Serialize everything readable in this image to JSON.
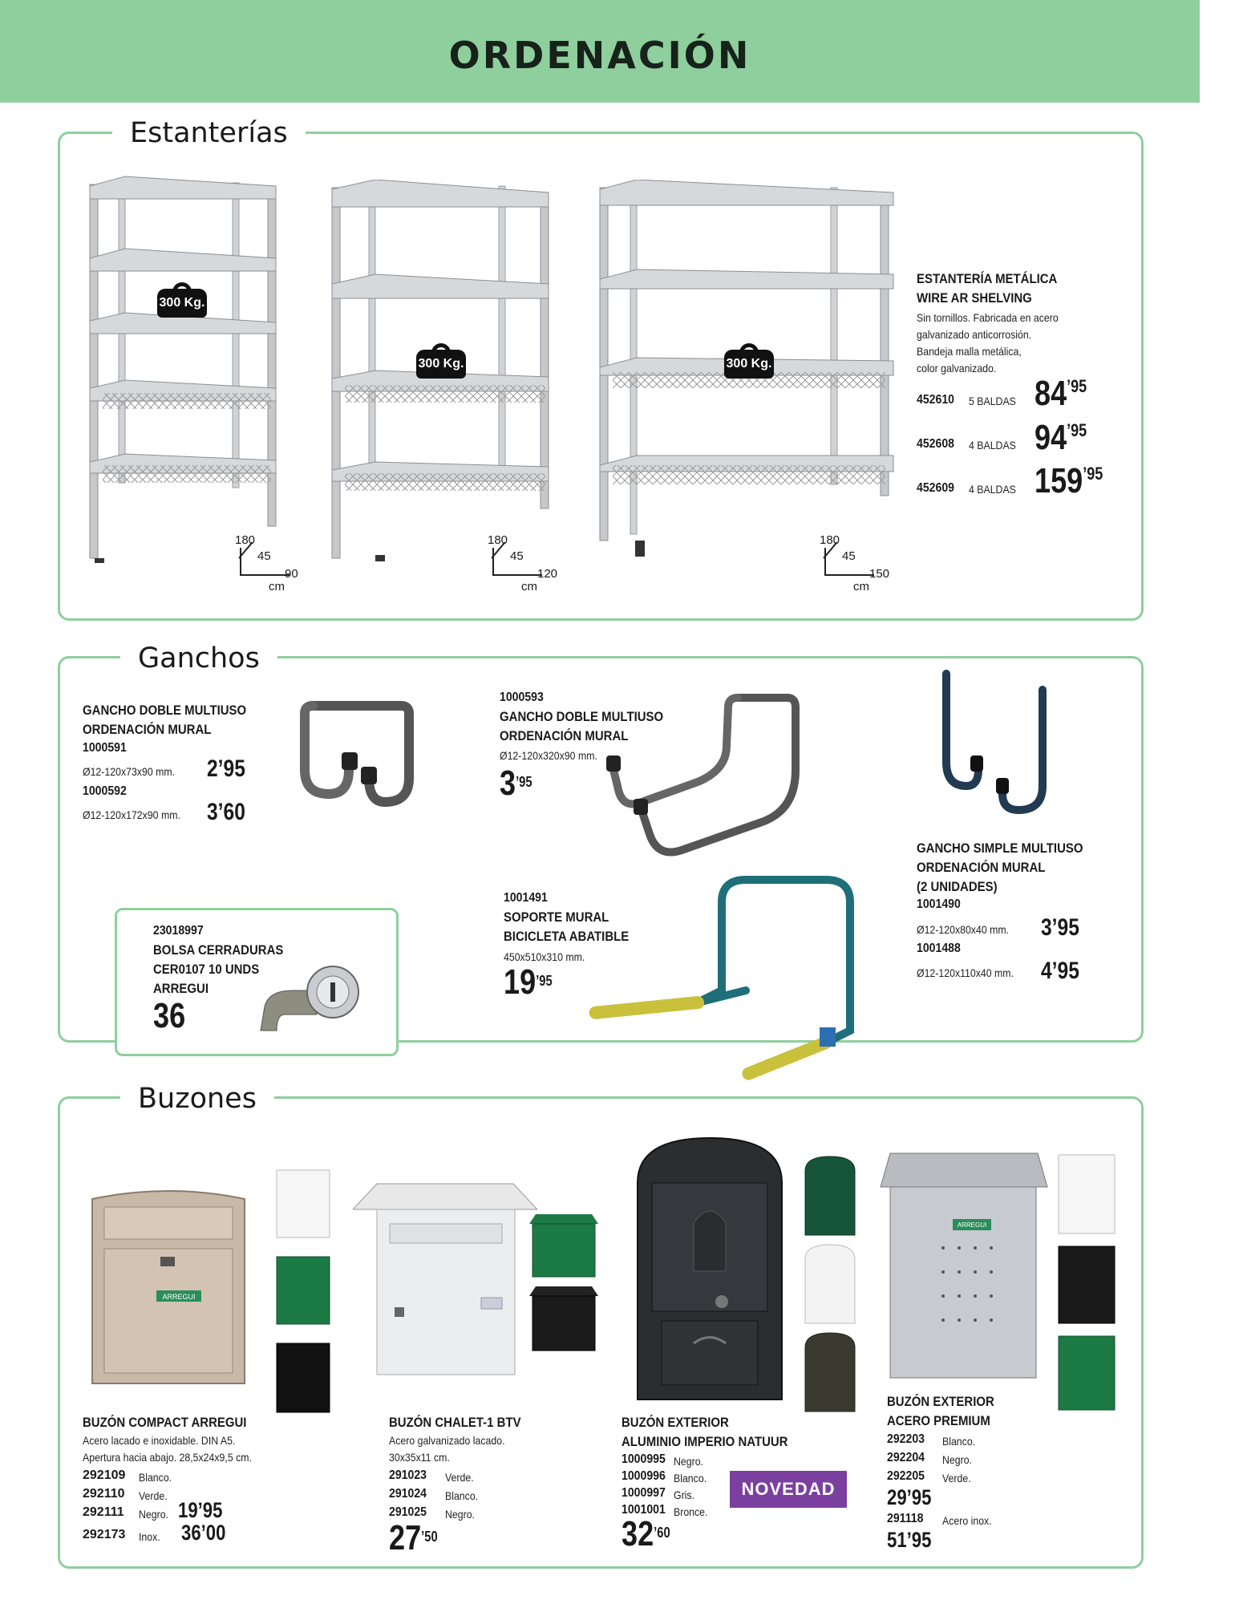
{
  "header": {
    "title": "ORDENACIÓN"
  },
  "sections": {
    "estanterias": "Estanterías",
    "ganchos": "Ganchos",
    "buzones": "Buzones"
  },
  "shelving": {
    "badge": "300 Kg.",
    "dims": [
      {
        "h": "180",
        "d": "45",
        "w": "90",
        "unit": "cm"
      },
      {
        "h": "180",
        "d": "45",
        "w": "120",
        "unit": "cm"
      },
      {
        "h": "180",
        "d": "45",
        "w": "150",
        "unit": "cm"
      }
    ],
    "product": {
      "name1": "ESTANTERÍA METÁLICA",
      "name2": "WIRE AR SHELVING",
      "desc1": "Sin tornillos. Fabricada en acero",
      "desc2": "galvanizado anticorrosión.",
      "desc3": "Bandeja malla metálica,",
      "desc4": "color galvanizado.",
      "variants": [
        {
          "code": "452610",
          "label": "5 BALDAS",
          "int": "84",
          "dec": "’95"
        },
        {
          "code": "452608",
          "label": "4 BALDAS",
          "int": "94",
          "dec": "’95"
        },
        {
          "code": "452609",
          "label": "4 BALDAS",
          "int": "159",
          "dec": "’95"
        }
      ]
    }
  },
  "hooks": {
    "doble1": {
      "name1": "GANCHO DOBLE MULTIUSO",
      "name2": "ORDENACIÓN MURAL",
      "code1": "1000591",
      "size1": "Ø12-120x73x90 mm.",
      "price1": "2’95",
      "code2": "1000592",
      "size2": "Ø12-120x172x90 mm.",
      "price2": "3’60"
    },
    "doble2": {
      "code": "1000593",
      "name1": "GANCHO DOBLE MULTIUSO",
      "name2": "ORDENACIÓN MURAL",
      "size": "Ø12-120x320x90 mm.",
      "int": "3",
      "dec": "’95"
    },
    "bici": {
      "code": "1001491",
      "name1": "SOPORTE MURAL",
      "name2": "BICICLETA ABATIBLE",
      "size": "450x510x310 mm.",
      "int": "19",
      "dec": "’95"
    },
    "simple": {
      "name1": "GANCHO SIMPLE MULTIUSO",
      "name2": "ORDENACIÓN MURAL",
      "name3": "(2 UNIDADES)",
      "code1": "1001490",
      "size1": "Ø12-120x80x40 mm.",
      "price1": "3’95",
      "code2": "1001488",
      "size2": "Ø12-120x110x40 mm.",
      "price2": "4’95"
    },
    "cerraduras": {
      "code": "23018997",
      "name1": "BOLSA CERRADURAS",
      "name2": "CER0107 10 UNDS",
      "name3": "ARREGUI",
      "price": "36"
    }
  },
  "mailboxes": {
    "compact": {
      "name": "BUZÓN COMPACT ARREGUI",
      "desc1": "Acero lacado e inoxidable. DIN A5.",
      "desc2": "Apertura hacia abajo. 28,5x24x9,5 cm.",
      "rows": [
        {
          "code": "292109",
          "color": "Blanco."
        },
        {
          "code": "292110",
          "color": "Verde."
        },
        {
          "code": "292111",
          "color": "Negro."
        },
        {
          "code": "292173",
          "color": "Inox."
        }
      ],
      "price1": "19’95",
      "price2": "36’00",
      "logo": "ARREGUI"
    },
    "chalet": {
      "name": "BUZÓN CHALET-1 BTV",
      "desc1": "Acero galvanizado lacado.",
      "desc2": "30x35x11 cm.",
      "rows": [
        {
          "code": "291023",
          "color": "Verde."
        },
        {
          "code": "291024",
          "color": "Blanco."
        },
        {
          "code": "291025",
          "color": "Negro."
        }
      ],
      "int": "27",
      "dec": "’50"
    },
    "imperio": {
      "name1": "BUZÓN EXTERIOR",
      "name2": "ALUMINIO IMPERIO NATUUR",
      "rows": [
        {
          "code": "1000995",
          "color": "Negro."
        },
        {
          "code": "1000996",
          "color": "Blanco."
        },
        {
          "code": "1000997",
          "color": "Gris."
        },
        {
          "code": "1001001",
          "color": "Bronce."
        }
      ],
      "int": "32",
      "dec": "’60",
      "badge": "NOVEDAD"
    },
    "premium": {
      "name1": "BUZÓN EXTERIOR",
      "name2": "ACERO PREMIUM",
      "rows": [
        {
          "code": "292203",
          "color": "Blanco."
        },
        {
          "code": "292204",
          "color": "Negro."
        },
        {
          "code": "292205",
          "color": "Verde."
        }
      ],
      "price1": "29’95",
      "code2": "291118",
      "color2": "Acero inox.",
      "price2": "51’95",
      "logo": "ARREGUI"
    }
  },
  "colors": {
    "green": "#8fcf9d",
    "purple": "#7b3fa0",
    "steel": "#bfc3c7",
    "mailgreen": "#1c7a45"
  }
}
